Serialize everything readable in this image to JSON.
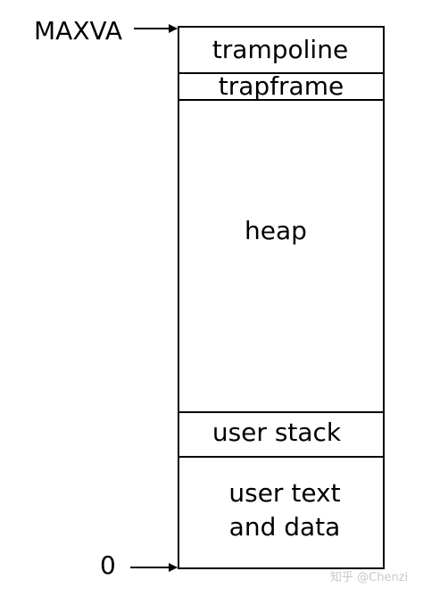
{
  "markers": {
    "top_label": "MAXVA",
    "bottom_label": "0"
  },
  "segments": {
    "trampoline": "trampoline",
    "trapframe": "trapframe",
    "heap": "heap",
    "user_stack": "user stack",
    "user_text_line1": "user text",
    "user_text_line2": "and data"
  },
  "watermark": "知乎 @Chenzi"
}
